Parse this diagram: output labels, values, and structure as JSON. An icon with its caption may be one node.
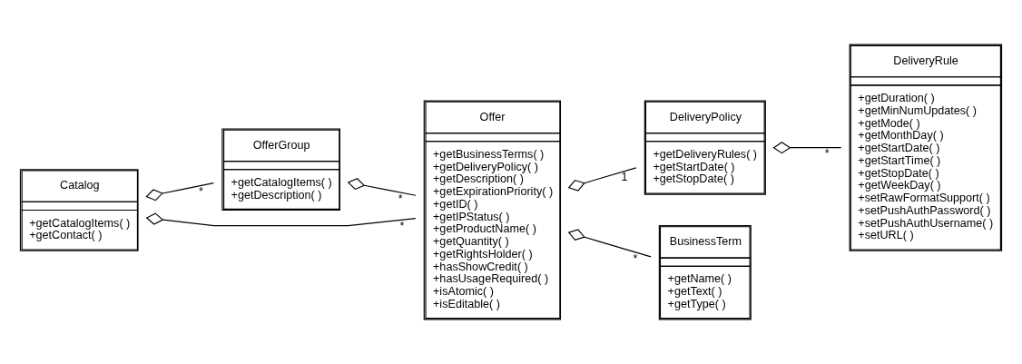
{
  "diagram": {
    "nodes": [
      {
        "text": [
          "Catalog",
          "+getCatalogItems( )",
          "+getContact( )"
        ]
      },
      {
        "text": [
          "OfferGroup",
          "+getCatalogItems( )",
          "+getDescription( )"
        ]
      },
      {
        "text": [
          "Offer",
          "+getBusinessTerms( )",
          "+getDeliveryPolicy( )",
          "+getDescription( )",
          "+getExpirationPriority( )",
          "+getID( )",
          "+getIPStatus( )",
          "+getProductName( )",
          "+getQuantity( )",
          "+getRightsHolder( )",
          "+hasShowCredit( )",
          "+hasUsageRequired( )",
          "+isAtomic( )",
          "+isEditable( )"
        ]
      },
      {
        "text": [
          "DeliveryPolicy",
          "+getDeliveryRules( )",
          "+getStartDate( )",
          "+getStopDate( )"
        ]
      },
      {
        "text": [
          "BusinessTerm",
          "+getName( )",
          "+getText( )",
          "+getType( )"
        ]
      },
      {
        "text": [
          "DeliveryRule",
          "+getDuration( )",
          "+getMinNumUpdates( )",
          "+getMode( )",
          "+getMonthDay( )",
          "+getStartDate( )",
          "+getStartTime( )",
          "+getStopDate( )",
          "+getWeekDay( )",
          "+setRawFormatSupport( )",
          "+setPushAuthPassword( )",
          "+setPushAuthUsername( )",
          "+setURL( )"
        ]
      }
    ],
    "edges": [
      {
        "from": 0,
        "to": 1,
        "arrow": "other",
        "label": "*"
      },
      {
        "from": 0,
        "to": 2,
        "arrow": "other",
        "label": "*"
      },
      {
        "from": 1,
        "to": 2,
        "arrow": "other",
        "label": "*"
      },
      {
        "from": 2,
        "to": 3,
        "arrow": "other",
        "label": "1"
      },
      {
        "from": 3,
        "to": 5,
        "arrow": "other",
        "label": "*"
      },
      {
        "from": 2,
        "to": 4,
        "arrow": "other",
        "label": "*"
      }
    ]
  }
}
